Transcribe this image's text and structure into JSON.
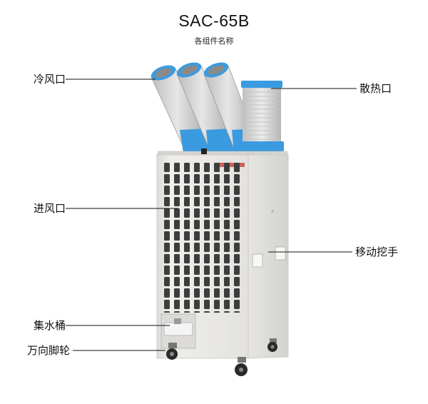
{
  "header": {
    "model": "SAC-65B",
    "subtitle": "各组件名称"
  },
  "labels": {
    "cold_air_outlet": "冷风口",
    "heat_outlet": "散热口",
    "air_inlet": "进风口",
    "handle": "移动挖手",
    "water_tank": "集水桶",
    "casters": "万向脚轮"
  },
  "colors": {
    "duct_blue": "#3a9be0",
    "body": "#ecebe8",
    "leader_line": "#111111"
  }
}
